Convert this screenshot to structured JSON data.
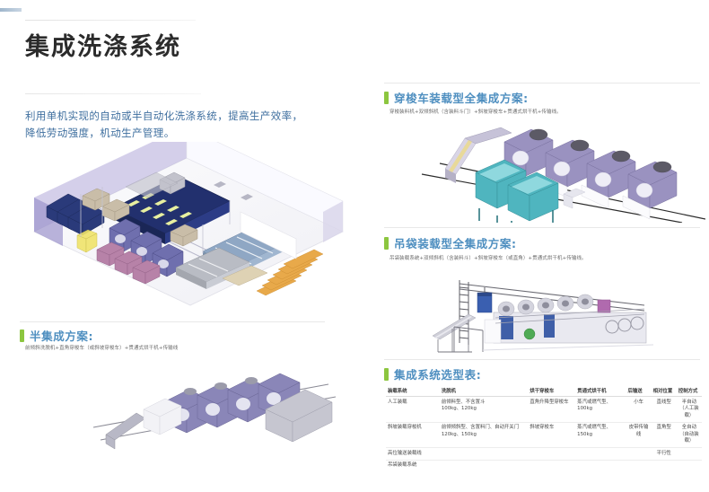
{
  "document": {
    "title": "集成洗涤系统",
    "intro_line1": "利用单机实现的自动或半自动化洗涤系统，提高生产效率，",
    "intro_line2": "降低劳动强度，机动生产管理。",
    "intro_full": "利用单机实现的自动或半自动化洗涤系统，提高生产效率，降低劳动强度，机动生产管理。"
  },
  "colors": {
    "accent_green": "#8cc63f",
    "heading_blue": "#4f8fc0",
    "intro_blue": "#3f6f9f",
    "title_dark": "#2b2b2b",
    "rule_gray": "#e8e8e8"
  },
  "sections": {
    "semi_integrated": {
      "title": "半集成方案:",
      "subtitle": "前倾斜洗脱机+直角穿梭车（或斜坡穿梭车）+贯通式烘干机+传输线"
    },
    "shuttle_loading": {
      "title": "穿梭车装载型全集成方案:",
      "subtitle": "穿梭装料机+双倾斜机（含装料斗门）+斜坡穿梭车+贯通式烘干机+传输线。"
    },
    "bag_loading": {
      "title": "吊袋装载型全集成方案:",
      "subtitle": "吊袋装载系统+双倾斜机（含装料斗）+斜坡穿梭车（或直角）+贯通式烘干机+传输线。"
    },
    "selection_table": {
      "title": "集成系统选型表:"
    }
  },
  "table": {
    "headers": [
      "装载系统",
      "洗脱机",
      "烘干穿梭车",
      "贯通式烘干机",
      "后输送",
      "相对位置",
      "控制方式"
    ],
    "rows": [
      {
        "loading_system": "人工装载",
        "washer": "前倾料型、不含置斗\n100kg、120kg",
        "dryer_shuttle": "直角升降型穿梭车",
        "tunnel_dryer": "蒸汽或燃气型、100kg",
        "post_conveyor": "小车",
        "relative_position": "直线型",
        "control_mode": "半自动\n（人工装载）"
      },
      {
        "loading_system": "斜坡装载穿梭机",
        "washer": "前倾倾斜型、含置料门、自动开关门\n120kg、150kg",
        "dryer_shuttle": "斜坡穿梭车",
        "tunnel_dryer": "蒸汽或燃气型、150kg",
        "post_conveyor": "皮带传输线",
        "relative_position": "直角型",
        "control_mode": "全自动\n（自动装载）"
      },
      {
        "loading_system": "高位输送装载线",
        "washer": "",
        "dryer_shuttle": "",
        "tunnel_dryer": "",
        "post_conveyor": "",
        "relative_position": "平行性",
        "control_mode": ""
      },
      {
        "loading_system": "吊袋装载系统",
        "washer": "",
        "dryer_shuttle": "",
        "tunnel_dryer": "",
        "post_conveyor": "",
        "relative_position": "",
        "control_mode": ""
      }
    ]
  },
  "illustrations": {
    "hero": "isometric-factory-floor-layout",
    "shuttle": "isometric-shuttle-loading-line",
    "bag": "isometric-bag-loading-line",
    "semi": "isometric-semi-integrated-line"
  }
}
